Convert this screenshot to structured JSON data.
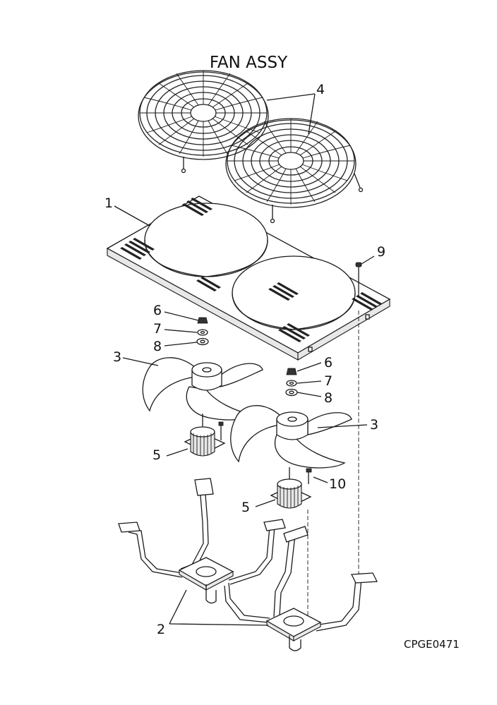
{
  "diagram": {
    "title": "FAN ASSY",
    "drawing_code": "CPGE0471",
    "callouts": {
      "panel": "1",
      "brackets": "2",
      "fan_left": "3",
      "fan_right": "3",
      "grilles": "4",
      "motor_left": "5",
      "motor_right": "5",
      "nut_left": "6",
      "nut_right": "6",
      "washer_a_left": "7",
      "washer_a_right": "7",
      "washer_b_left": "8",
      "washer_b_right": "8",
      "screw_panel": "9",
      "screw_motor": "10"
    }
  }
}
